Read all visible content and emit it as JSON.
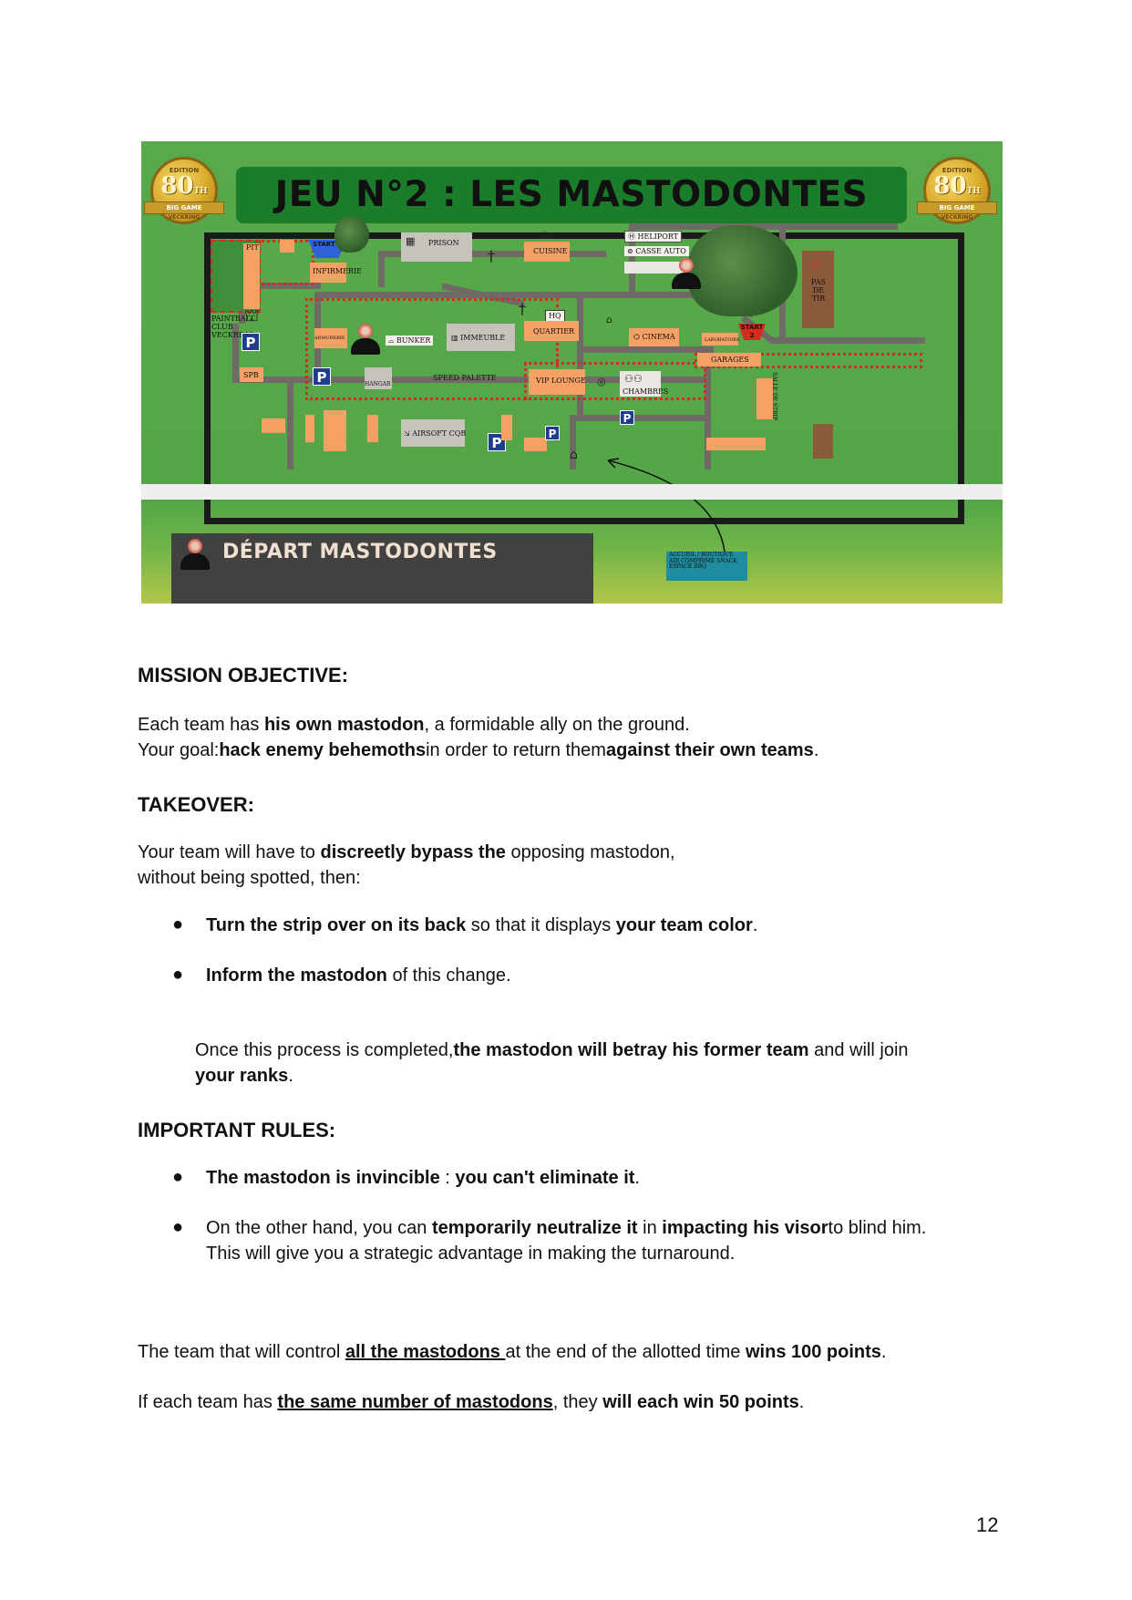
{
  "map": {
    "title": "JEU N°2 : LES MASTODONTES",
    "medal": {
      "top": "EDITION",
      "number": "80",
      "suffix": "TH",
      "ribbon": "BIG GAME",
      "bottom": "VECKRING"
    },
    "labels": {
      "pit": "PIT",
      "start1": "START 1",
      "start2": "START 2",
      "infirmerie": "INFIRMERIE",
      "prison": "PRISON",
      "cuisine": "CUISINE",
      "heliport": "HELIPORT",
      "casse_auto": "CASSE AUTO",
      "pas_de_tir": "PAS DE TIR",
      "paintball": "PAINTBALL CLUB VECKRING",
      "armurerie": "ARMURERIE",
      "bunker": "BUNKER",
      "immeuble": "IMMEUBLE",
      "quartier": "QUARTIER",
      "hq": "HQ",
      "cinema": "CINEMA",
      "laboratoire": "LABORATOIRE",
      "garages": "GARAGES",
      "spb": "SPB",
      "hangar": "HANGAR",
      "speed_palette": "SPEED PALETTE",
      "vip_lounge": "VIP LOUNGE",
      "chambres": "CHAMBRES",
      "salle_de_strip": "SALLE DE STRIP",
      "airsoft_cqb": "AIRSOFT CQB",
      "parking": "P"
    },
    "depart_label": "DÉPART MASTODONTES",
    "accueil": "ACCUEIL / BOUTIQUE AIR COMPRIMÉ SNACK ESPACE BBQ"
  },
  "sections": {
    "mission": {
      "heading": "MISSION OBJECTIVE:",
      "l1a": "Each team has ",
      "l1b": "his own mastodon",
      "l1c": ", a formidable ally on the ground.",
      "l2a": "Your goal:",
      "l2b": "hack enemy behemoths",
      "l2c": "in order to return them",
      "l2d": "against their own teams",
      "l2e": "."
    },
    "takeover": {
      "heading": "TAKEOVER:",
      "l1a": "Your team will have to ",
      "l1b": "discreetly bypass the",
      "l1c": " opposing mastodon,",
      "l2": "without being spotted, then:",
      "b1a": "Turn the strip over on its back",
      "b1b": " so that it displays ",
      "b1c": "your team color",
      "b1d": ".",
      "b2a": "Inform the mastodon",
      "b2b": " of this change.",
      "p1a": "Once this process is completed,",
      "p1b": "the mastodon will betray his former team",
      "p1c": " and will join",
      "p2a": "your ranks",
      "p2b": "."
    },
    "rules": {
      "heading": "IMPORTANT RULES:",
      "b1a": "The mastodon is invincible",
      "b1b": " : ",
      "b1c": "you can't eliminate it",
      "b1d": ".",
      "b2a": "On the other hand, you can ",
      "b2b": "temporarily neutralize it",
      "b2c": " in ",
      "b2d": "impacting his visor",
      "b2e": "to blind him.",
      "b2f": "This will give you a strategic advantage in making the turnaround."
    },
    "scoring": {
      "l1a": "The team that will control ",
      "l1b": "all the mastodons ",
      "l1c": "at the end of the allotted time ",
      "l1d": "wins 100 points",
      "l1e": ".",
      "l2a": "If each team has ",
      "l2b": "the same number of mastodons",
      "l2c": ", they ",
      "l2d": "will each win 50 points",
      "l2e": "."
    },
    "bullet_char": "●"
  },
  "page_number": "12",
  "colors": {
    "map_green": "#57a94a",
    "title_green": "#1b7d2b",
    "building": "#f5a064",
    "road": "#6f6a66",
    "zone_dotted": "#d62b1e",
    "depart_bg": "#414141"
  }
}
